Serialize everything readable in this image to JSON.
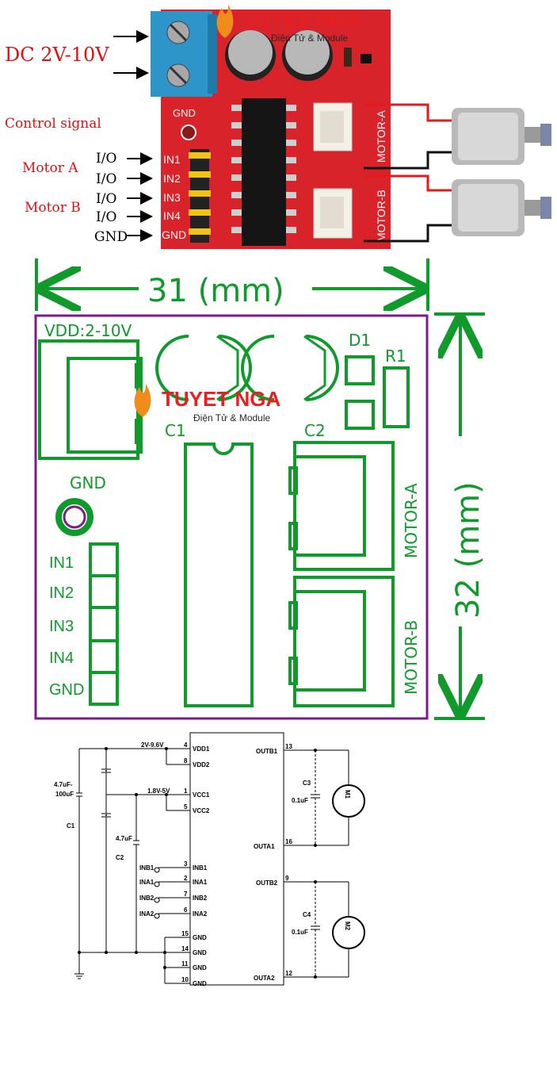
{
  "photo": {
    "dc_label": "DC 2V-10V",
    "control_label": "Control signal",
    "motor_a_label": "Motor A",
    "motor_b_label": "Motor B",
    "io_labels": [
      "I/O",
      "I/O",
      "I/O",
      "I/O",
      "GND"
    ],
    "board_gnd": "GND",
    "board_pins": [
      "IN1",
      "IN2",
      "IN3",
      "IN4",
      "GND"
    ],
    "motor_a_silk": "MOTOR-A",
    "motor_b_silk": "MOTOR-B"
  },
  "watermark": {
    "brand": "TUYET NGA",
    "sub": "Điện Tử & Module"
  },
  "layout": {
    "width_label": "31 (mm)",
    "height_label": "32 (mm)",
    "vdd": "VDD:2-10V",
    "c1": "C1",
    "c2": "C2",
    "d1": "D1",
    "r1": "R1",
    "gnd": "GND",
    "pins": [
      "IN1",
      "IN2",
      "IN3",
      "IN4",
      "GND"
    ],
    "motor_a": "MOTOR-A",
    "motor_b": "MOTOR-B"
  },
  "schematic": {
    "vdd_label": "2V-9.6V",
    "vcc_label": "1.8V-5V",
    "c1_value": "4.7uF-",
    "c1_value2": "100uF",
    "c1": "C1",
    "c2_value": "4.7uF",
    "c2": "C2",
    "c3": "C3",
    "c3_value": "0.1uF",
    "c4": "C4",
    "c4_value": "0.1uF",
    "m1": "M1",
    "m2": "M2",
    "left_pins": [
      {
        "num": "4",
        "name": "VDD1"
      },
      {
        "num": "8",
        "name": "VDD2"
      },
      {
        "num": "1",
        "name": "VCC1"
      },
      {
        "num": "5",
        "name": "VCC2"
      },
      {
        "num": "3",
        "name": "INB1"
      },
      {
        "num": "2",
        "name": "INA1"
      },
      {
        "num": "7",
        "name": "INB2"
      },
      {
        "num": "6",
        "name": "INA2"
      },
      {
        "num": "15",
        "name": "GND"
      },
      {
        "num": "14",
        "name": "GND"
      },
      {
        "num": "11",
        "name": "GND"
      },
      {
        "num": "10",
        "name": "GND"
      }
    ],
    "inputs": [
      "INB1",
      "INA1",
      "INB2",
      "INA2"
    ],
    "right_pins": [
      {
        "num": "13",
        "name": "OUTB1"
      },
      {
        "num": "16",
        "name": "OUTA1"
      },
      {
        "num": "9",
        "name": "OUTB2"
      },
      {
        "num": "12",
        "name": "OUTA2"
      }
    ]
  }
}
